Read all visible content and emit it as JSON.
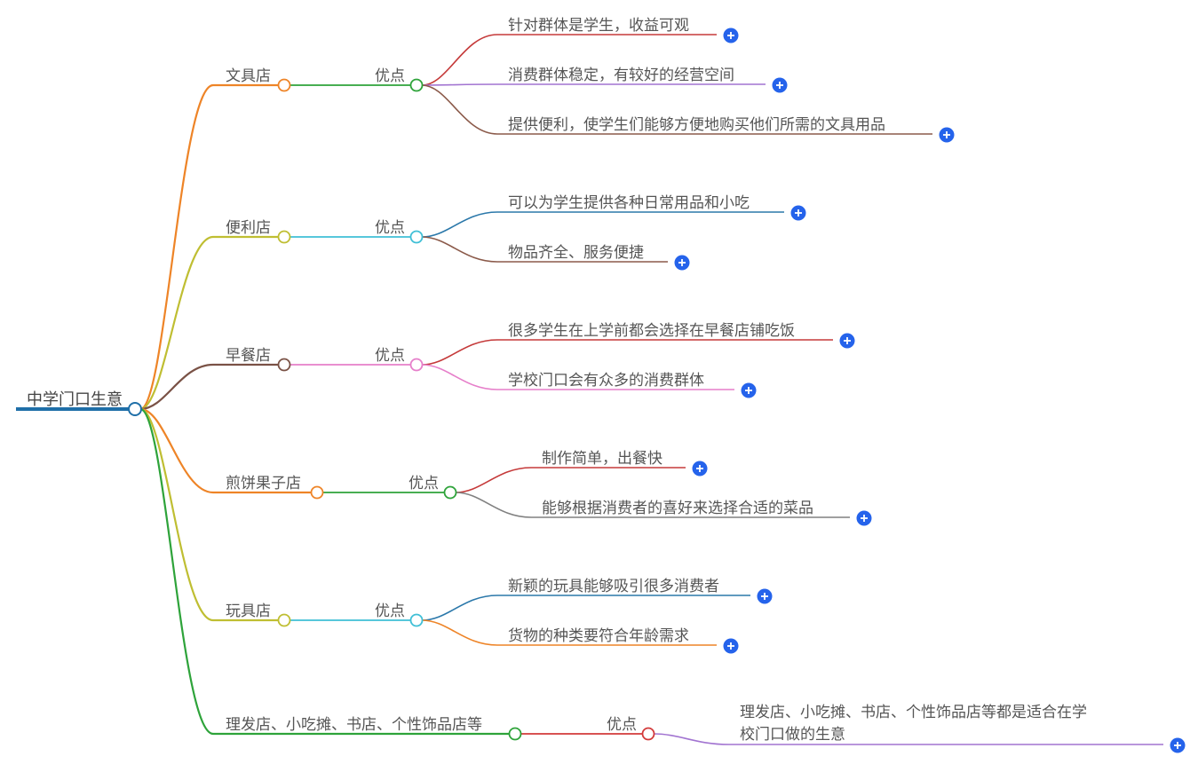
{
  "root": {
    "label": "中学门口生意",
    "color": "#1f6fa8"
  },
  "branches": [
    {
      "name": "文具店",
      "color": "#ee8427",
      "advantage": {
        "label": "优点",
        "color": "#2ea33a"
      },
      "leaves": [
        {
          "text": "针对群体是学生，收益可观",
          "color": "#c53a3a"
        },
        {
          "text": "消费群体稳定，有较好的经营空间",
          "color": "#a274d1"
        },
        {
          "text": "提供便利，使学生们能够方便地购买他们所需的文具用品",
          "color": "#8b5a4a"
        }
      ]
    },
    {
      "name": "便利店",
      "color": "#bfbe32",
      "advantage": {
        "label": "优点",
        "color": "#3fbfd6"
      },
      "leaves": [
        {
          "text": "可以为学生提供各种日常用品和小吃",
          "color": "#2b78aa"
        },
        {
          "text": "物品齐全、服务便捷",
          "color": "#8b5a4a"
        }
      ]
    },
    {
      "name": "早餐店",
      "color": "#7a5246",
      "advantage": {
        "label": "优点",
        "color": "#e67fca"
      },
      "leaves": [
        {
          "text": "很多学生在上学前都会选择在早餐店铺吃饭",
          "color": "#c53a3a"
        },
        {
          "text": "学校门口会有众多的消费群体",
          "color": "#e67fca"
        }
      ]
    },
    {
      "name": "煎饼果子店",
      "color": "#ee8427",
      "advantage": {
        "label": "优点",
        "color": "#2ea33a"
      },
      "leaves": [
        {
          "text": "制作简单，出餐快",
          "color": "#c53a3a"
        },
        {
          "text": "能够根据消费者的喜好来选择合适的菜品",
          "color": "#808080"
        }
      ]
    },
    {
      "name": "玩具店",
      "color": "#bfbe32",
      "advantage": {
        "label": "优点",
        "color": "#3fbfd6"
      },
      "leaves": [
        {
          "text": "新颖的玩具能够吸引很多消费者",
          "color": "#2b78aa"
        },
        {
          "text": "货物的种类要符合年龄需求",
          "color": "#ee8427"
        }
      ]
    },
    {
      "name": "理发店、小吃摊、书店、个性饰品店等",
      "color": "#2ea33a",
      "advantage": {
        "label": "优点",
        "color": "#d33a3a"
      },
      "leaves": [
        {
          "text": "理发店、小吃摊、书店、个性饰品店等都是适合在学校门口做的生意",
          "color": "#a274d1"
        }
      ]
    }
  ],
  "expand_icon": {
    "name": "plus-circle-icon",
    "symbol": "+",
    "color": "#2563eb"
  }
}
